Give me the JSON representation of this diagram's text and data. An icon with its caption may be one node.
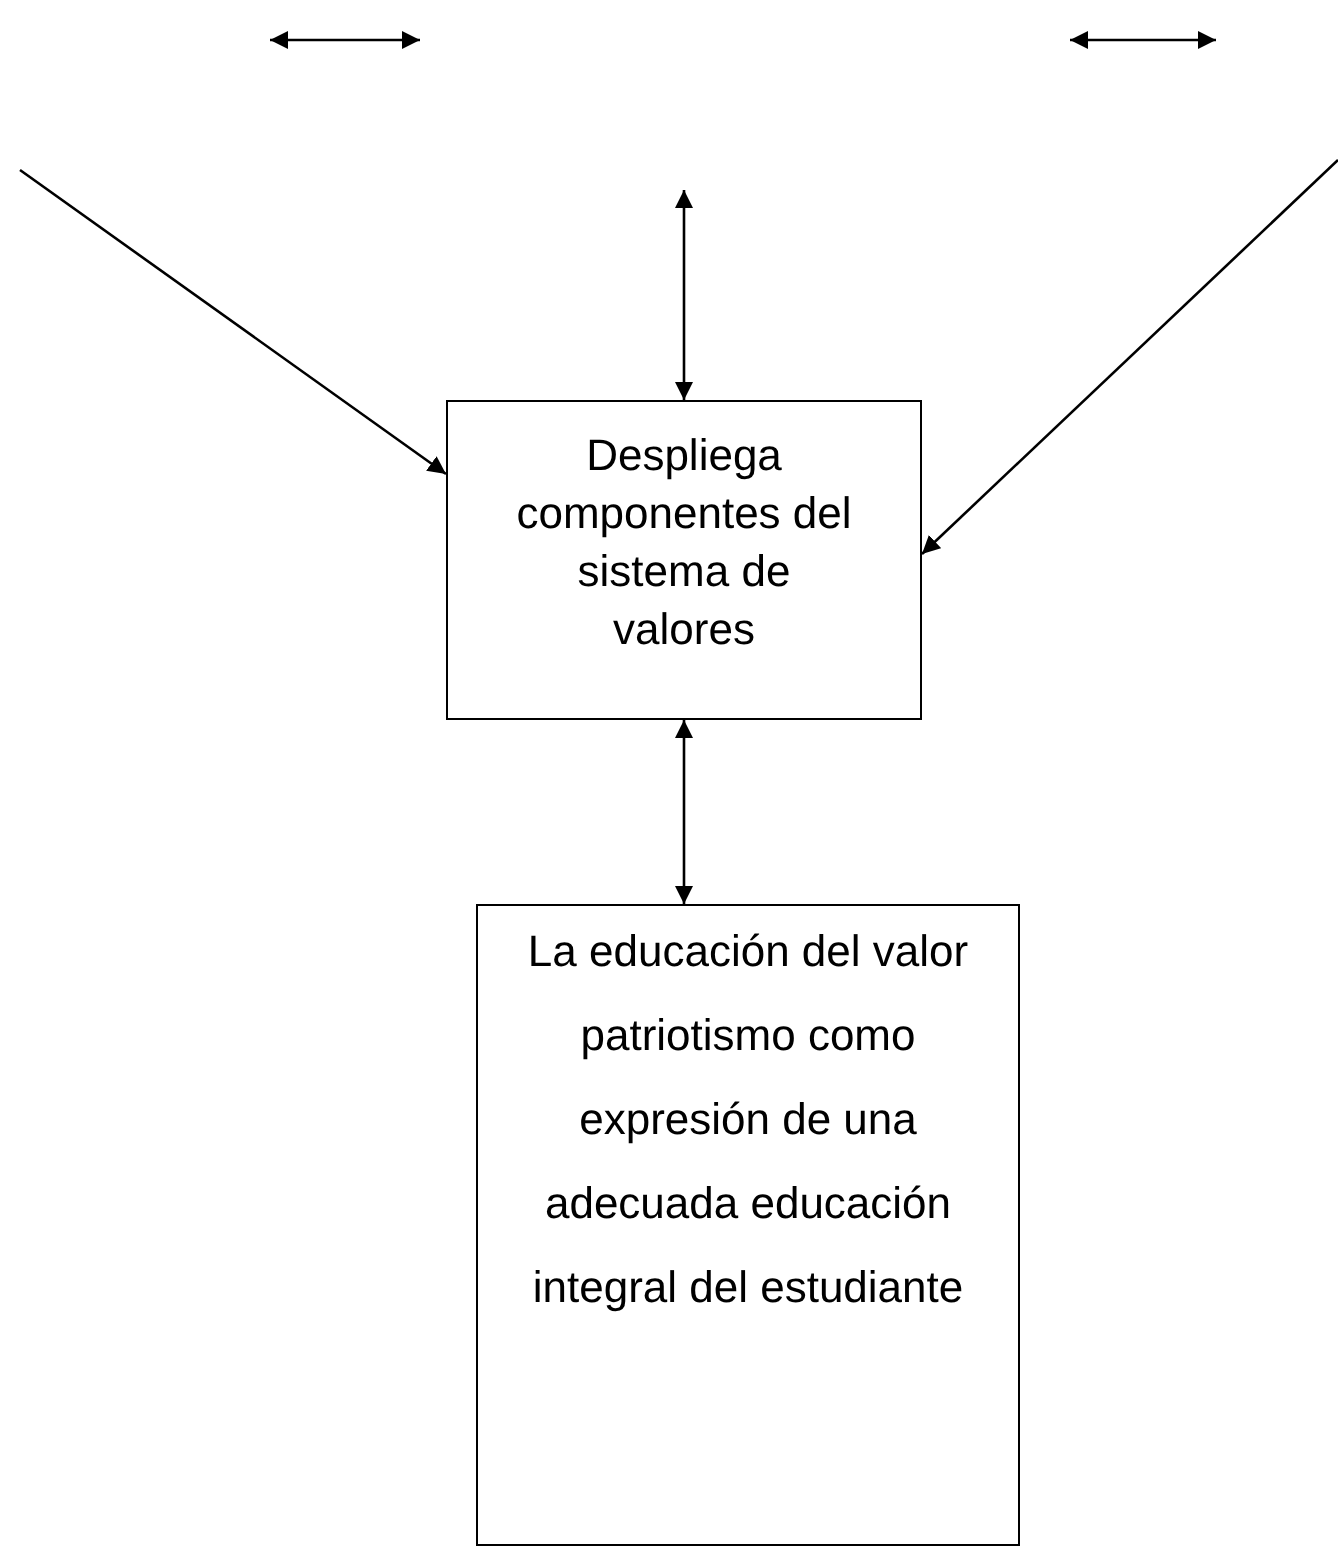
{
  "diagram": {
    "nodes": [
      {
        "text": [
          "Despliega componentes del sistema de valores"
        ]
      },
      {
        "text": [
          "La educación del valor patriotismo como expresión de una adecuada educación integral del estudiante"
        ]
      }
    ],
    "edges": [
      {
        "from": null,
        "to": 0,
        "arrow": "to"
      },
      {
        "from": null,
        "to": 0,
        "arrow": "to"
      },
      {
        "from": null,
        "to": 0,
        "arrow": "both"
      },
      {
        "from": 0,
        "to": 1,
        "arrow": "both"
      }
    ]
  }
}
